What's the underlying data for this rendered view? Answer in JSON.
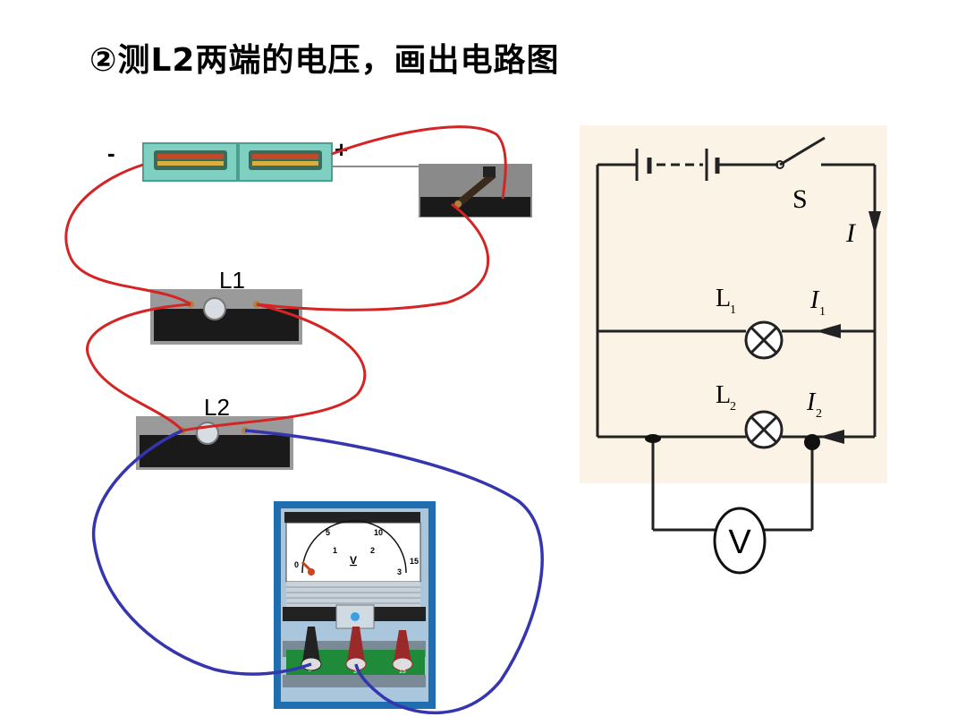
{
  "slide": {
    "title": "②测L2两端的电压，画出电路图"
  },
  "physical": {
    "battery_neg_label": "-",
    "battery_pos_label": "+",
    "lamp1_label": "L1",
    "lamp2_label": "L2",
    "voltmeter": {
      "unit": "V",
      "upper_scale": [
        "0",
        "5",
        "10",
        "15"
      ],
      "lower_scale": [
        "1",
        "2",
        "3"
      ],
      "terminals": [
        "−",
        "3",
        "15"
      ]
    }
  },
  "schematic": {
    "switch_label": "S",
    "current_main": "I",
    "branch1_lamp": "L",
    "branch1_lamp_sub": "1",
    "branch1_current": "I",
    "branch1_current_sub": "1",
    "branch2_lamp": "L",
    "branch2_lamp_sub": "2",
    "branch2_current": "I",
    "branch2_current_sub": "2",
    "meter_symbol": "V"
  },
  "colors": {
    "wire_red": "#d42424",
    "wire_blue": "#3535b0",
    "battery_teal": "#7fd0c0",
    "meter_frame": "#1f6fb0"
  }
}
